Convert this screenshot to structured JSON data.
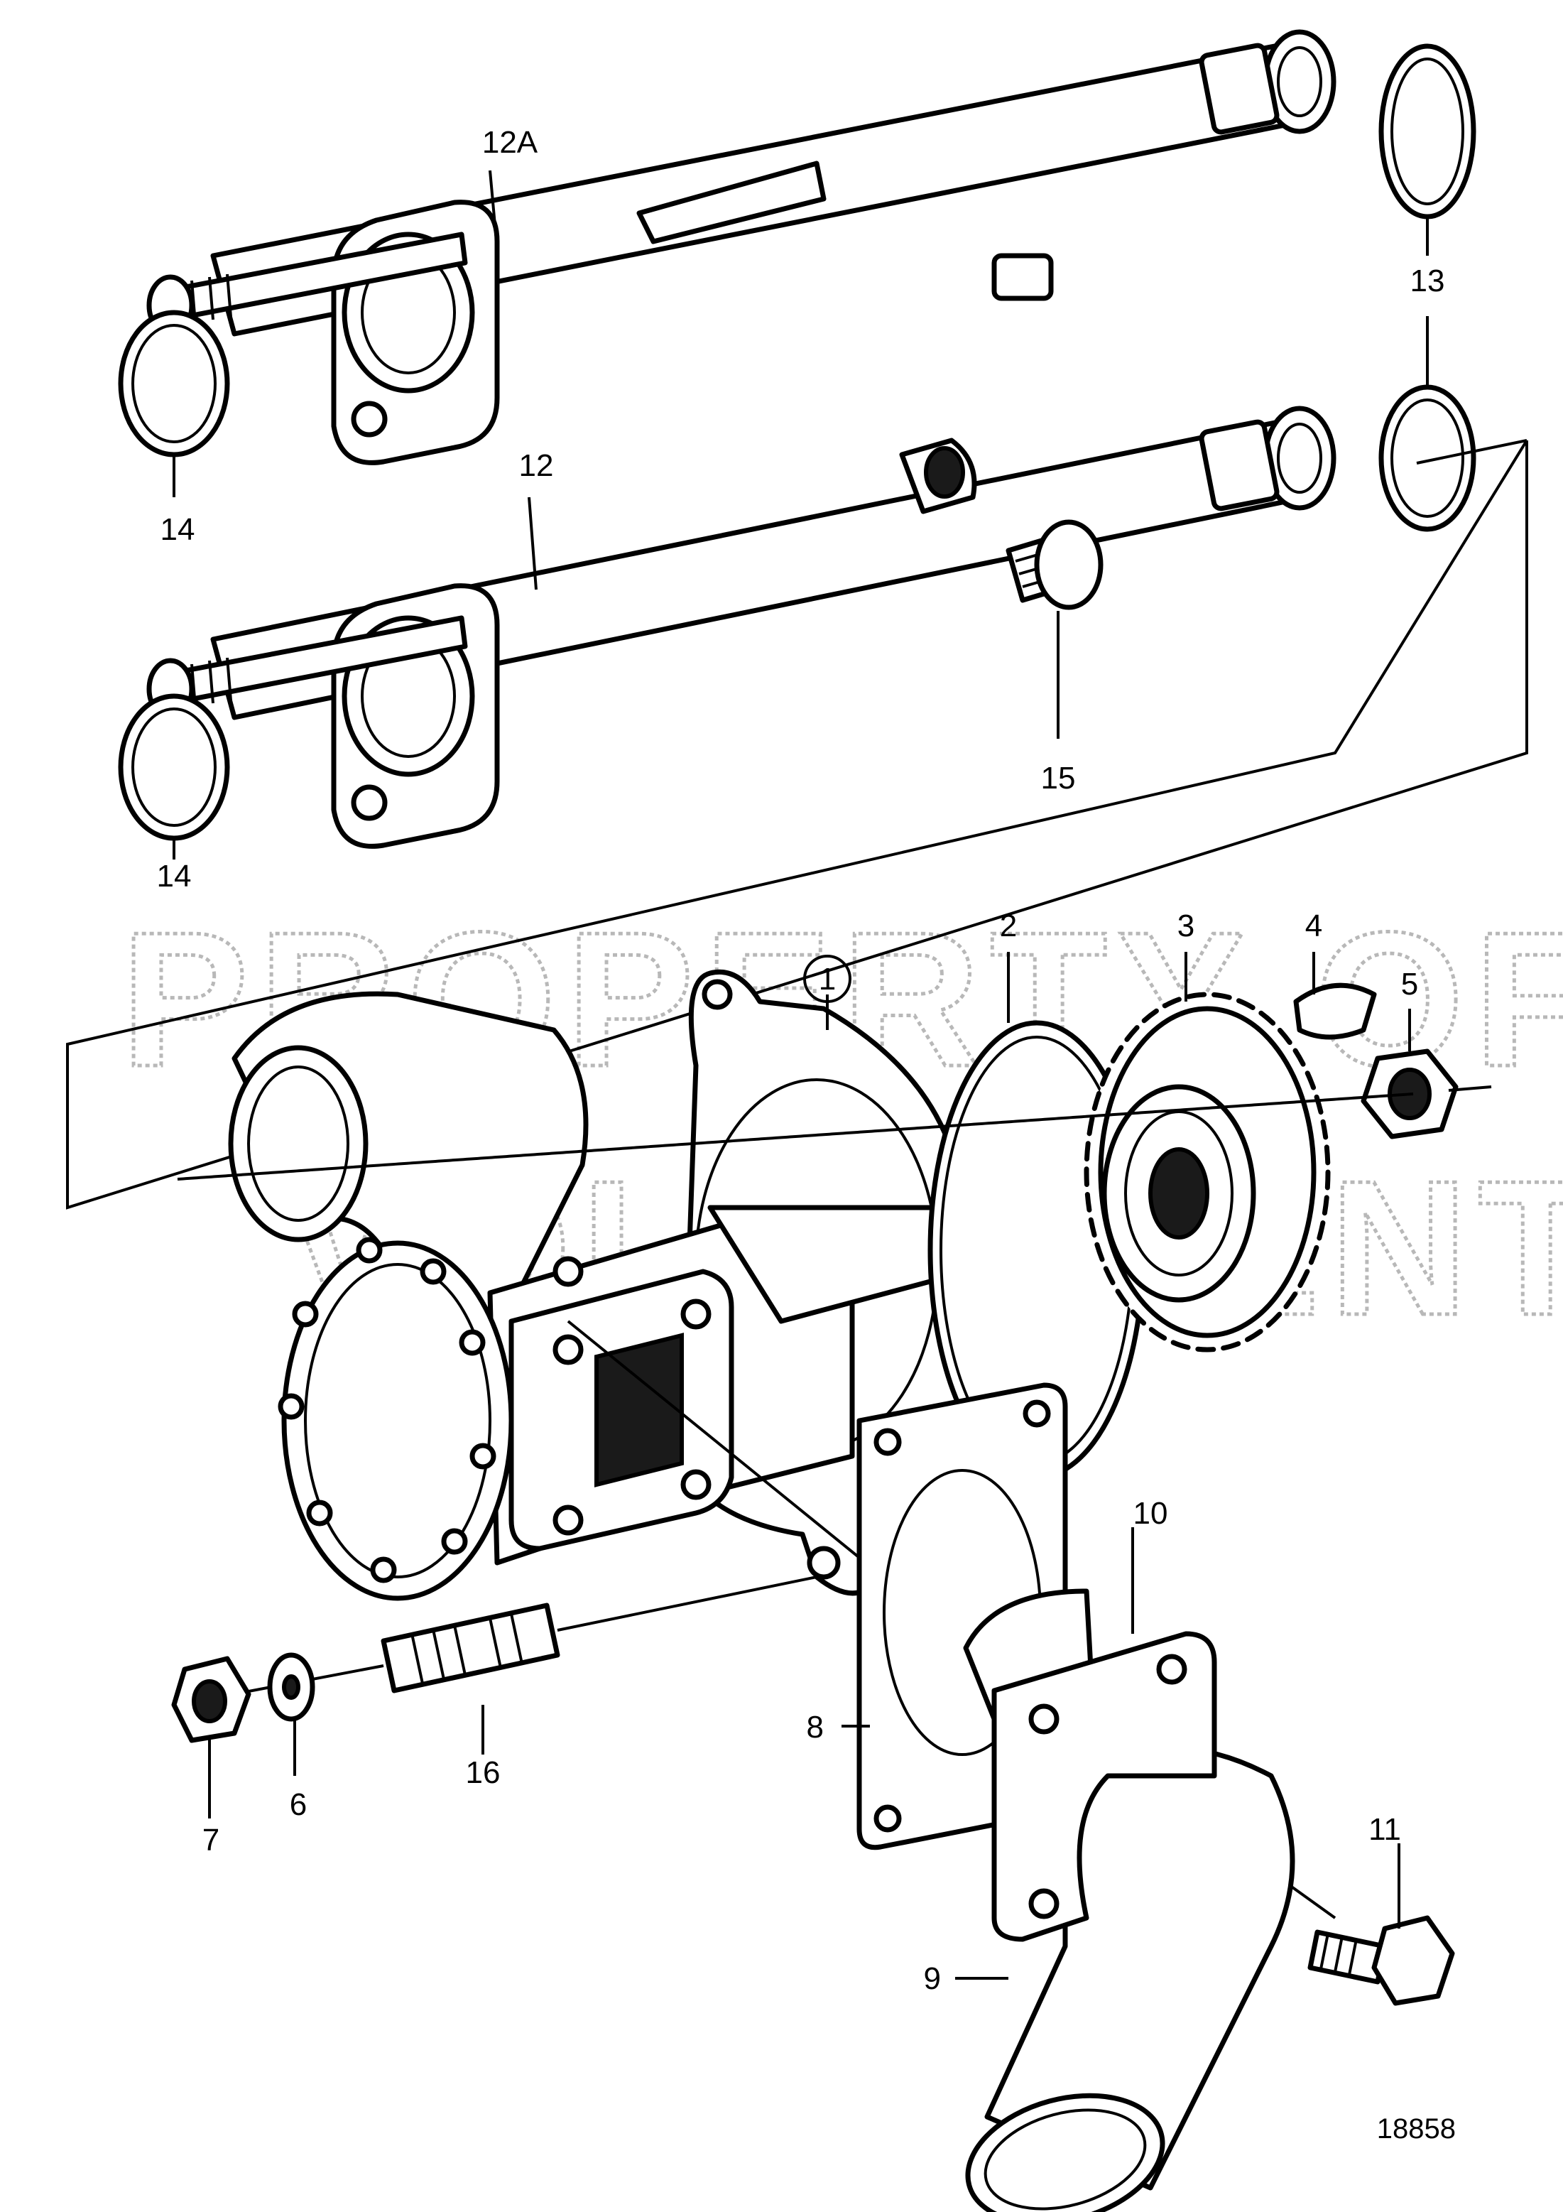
{
  "watermark": {
    "line1": "PROPERTY OF",
    "line2": "VOLVO PENTA"
  },
  "figure_number": "18858",
  "callouts": {
    "c1": "1",
    "c2": "2",
    "c3": "3",
    "c4": "4",
    "c5": "5",
    "c6": "6",
    "c7": "7",
    "c8": "8",
    "c9": "9",
    "c10": "10",
    "c11": "11",
    "c12": "12",
    "c12a": "12A",
    "c13": "13",
    "c14a": "14",
    "c14b": "14",
    "c15": "15",
    "c16": "16"
  }
}
